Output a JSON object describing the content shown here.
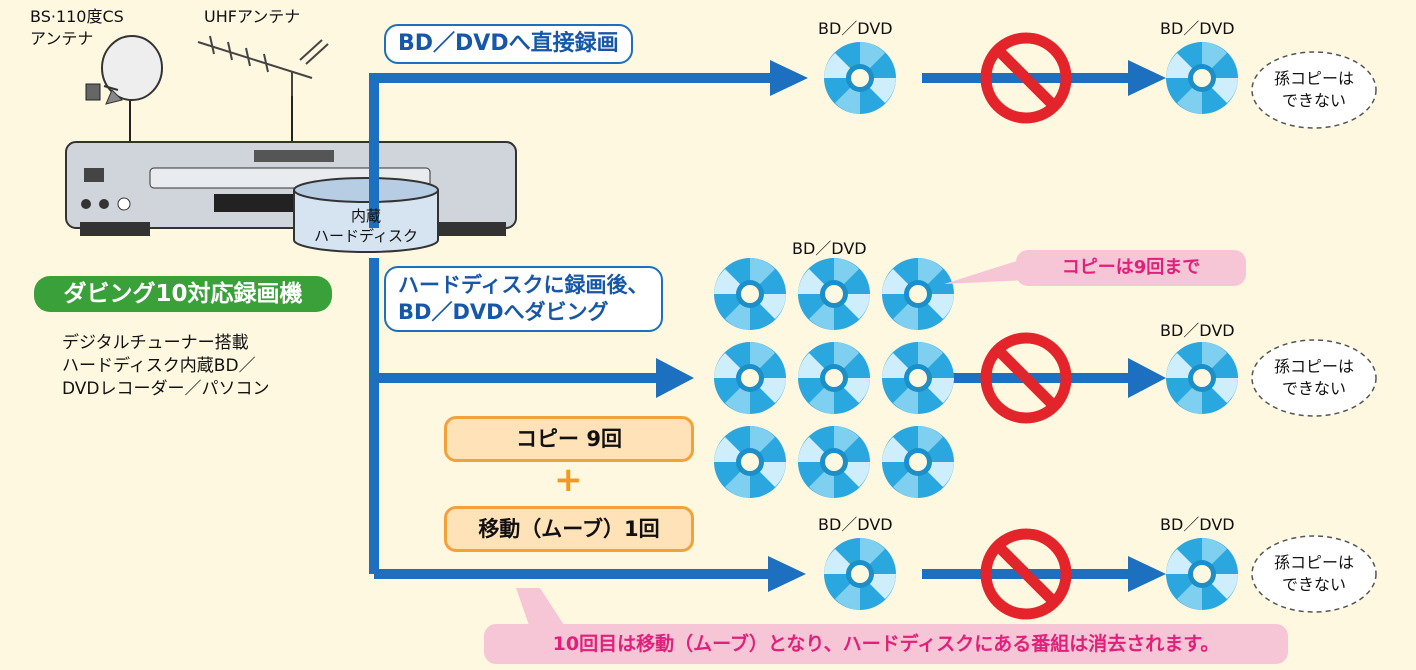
{
  "labels": {
    "bs_antenna": "BS·110度CS\nアンテナ",
    "uhf_antenna": "UHFアンテナ",
    "hdd": "内蔵\nハードディスク",
    "recorder_title": "ダビング10対応録画機",
    "recorder_desc": "デジタルチューナー搭載\nハードディスク内蔵BD／\nDVDレコーダー／パソコン",
    "route_direct": "BD／DVDへ直接録画",
    "route_dubbing": "ハードディスクに録画後、\nBD／DVDへダビング",
    "copy_count": "コピー 9回",
    "plus": "+",
    "move_count": "移動（ムーブ）1回",
    "copy_limit": "コピーは9回まで",
    "bottom_note": "10回目は移動（ムーブ）となり、ハードディスクにある番組は消去されます。"
  },
  "discs": {
    "r1_first": "BD／DVD",
    "r1_second": "BD／DVD",
    "grid": "BD／DVD",
    "r2_second": "BD／DVD",
    "r3_first": "BD／DVD",
    "r3_second": "BD／DVD"
  },
  "clouds": {
    "c1": "孫コピーは\nできない",
    "c2": "孫コピーは\nできない",
    "c3": "孫コピーは\nできない"
  },
  "colors": {
    "flow": "#1d6fc0",
    "disc": "#2aa7de",
    "prohibit": "#e3242b",
    "badge": "#3aa13a",
    "callout": "#f7c6d6",
    "callout_text": "#e0207a",
    "orange": "#f3a23a"
  },
  "icons": [
    "satellite-dish-icon",
    "uhf-antenna-icon",
    "recorder-icon",
    "hard-disk-icon",
    "disc-icon",
    "prohibited-icon"
  ]
}
